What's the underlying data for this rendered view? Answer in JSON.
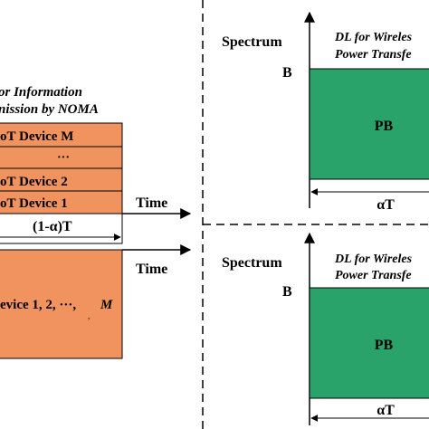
{
  "left_panel": {
    "ul_title_line1": "or Information",
    "ul_title_line2": "nission by NOMA",
    "device_rows": [
      "oT Device M",
      "···",
      "oT Device 2",
      "oT Device 1"
    ],
    "duration_label": "(1-α)T",
    "time_label_top": "Time",
    "time_label_bottom": "Time",
    "lower_block_text": "evice 1, 2, ···,",
    "lower_block_var": "M"
  },
  "right_panel": {
    "spectrum_label_top": "Spectrum",
    "dl_title_top_line1": "DL for Wireles",
    "dl_title_top_line2": "Power Transfe",
    "b_label_top": "B",
    "pb_label_top": "PB",
    "at_label_top": "αT",
    "spectrum_label_bottom": "Spectrum",
    "dl_title_bottom_line1": "DL for Wireles",
    "dl_title_bottom_line2": "Power Transfe",
    "b_label_bottom": "B",
    "pb_label_bottom": "PB",
    "at_label_bottom": "αT"
  },
  "colors": {
    "orange_fill": "#f0935e",
    "green_fill": "#2aa36b",
    "stroke": "#000000",
    "background": "#ffffff"
  }
}
